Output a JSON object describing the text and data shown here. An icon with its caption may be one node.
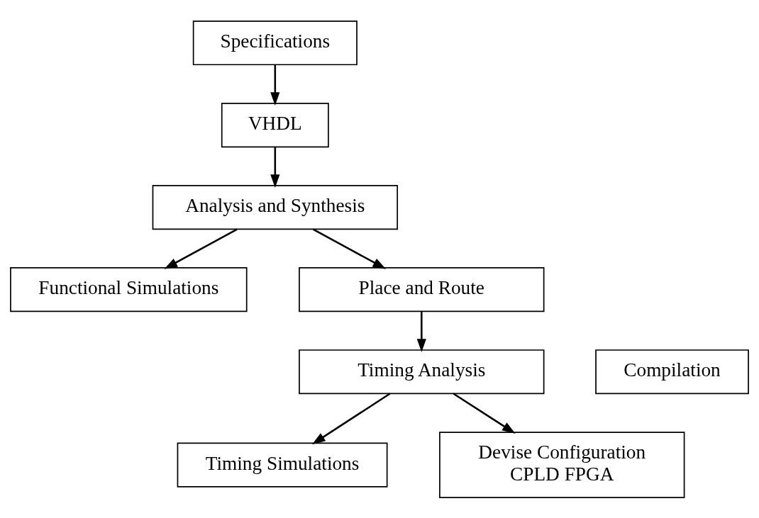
{
  "diagram": {
    "nodes": [
      {
        "text": [
          "Specifications"
        ]
      },
      {
        "text": [
          "VHDL"
        ]
      },
      {
        "text": [
          "Analysis and Synthesis"
        ]
      },
      {
        "text": [
          "Functional Simulations"
        ]
      },
      {
        "text": [
          "Place and Route"
        ]
      },
      {
        "text": [
          "Timing Analysis"
        ]
      },
      {
        "text": [
          "Timing Simulations"
        ]
      },
      {
        "text": [
          "Devise Configuration",
          "CPLD FPGA"
        ]
      },
      {
        "text": [
          "Compilation"
        ]
      }
    ],
    "edges": [
      {
        "from": 0,
        "to": 1,
        "arrow": "to"
      },
      {
        "from": 1,
        "to": 2,
        "arrow": "to"
      },
      {
        "from": 2,
        "to": 3,
        "arrow": "to"
      },
      {
        "from": 2,
        "to": 4,
        "arrow": "to"
      },
      {
        "from": 4,
        "to": 5,
        "arrow": "to"
      },
      {
        "from": 5,
        "to": 6,
        "arrow": "to"
      },
      {
        "from": 5,
        "to": 7,
        "arrow": "to"
      }
    ]
  }
}
